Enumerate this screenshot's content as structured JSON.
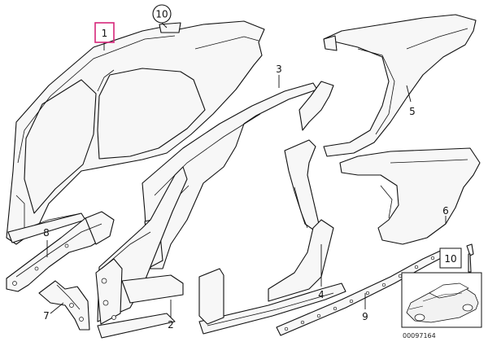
{
  "diagram": {
    "labels": {
      "p1": "1",
      "p2": "2",
      "p3": "3",
      "p4": "4",
      "p5": "5",
      "p6": "6",
      "p7": "7",
      "p8": "8",
      "p9": "9",
      "p10_circle": "10",
      "p10_box": "10"
    },
    "image_code": "00097164",
    "highlight_color": "#d6267a"
  }
}
